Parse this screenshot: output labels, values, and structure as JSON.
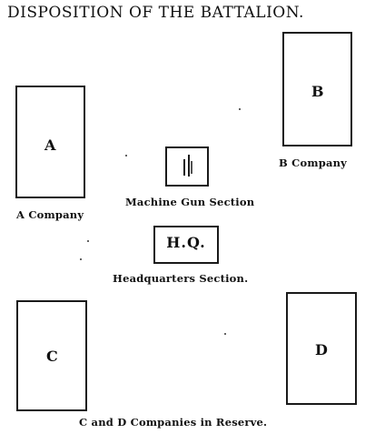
{
  "title": "DISPOSITION OF THE BATTALION.",
  "companies": {
    "a": {
      "letter": "A",
      "label": "A Company"
    },
    "b": {
      "letter": "B",
      "label": "B Company"
    },
    "c": {
      "letter": "C"
    },
    "d": {
      "letter": "D"
    }
  },
  "machine_gun": {
    "label": "Machine Gun Section"
  },
  "headquarters": {
    "box_text": "H.Q.",
    "label": "Headquarters Section."
  },
  "reserve": {
    "label": "C and D Companies in Reserve."
  }
}
